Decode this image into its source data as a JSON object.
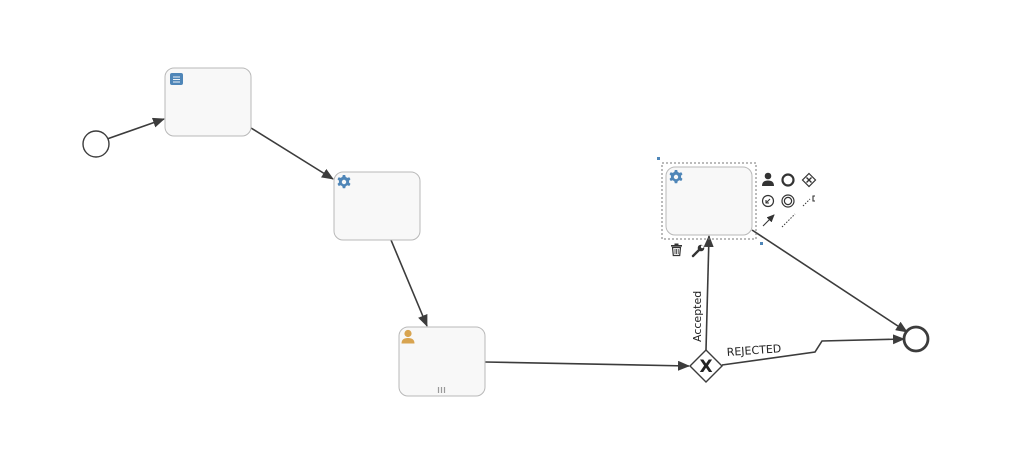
{
  "diagram": {
    "flows": {
      "accepted_label": "Accepted",
      "rejected_label": "REJECTED"
    },
    "gateway": {
      "marker": "X",
      "type": "exclusive-gateway"
    },
    "tasks": [
      {
        "id": "script-task",
        "icon": "script-icon"
      },
      {
        "id": "service-task-1",
        "icon": "gear-icon"
      },
      {
        "id": "user-task",
        "icon": "user-icon",
        "marker": "parallel-multi-instance-marker"
      },
      {
        "id": "service-task-2",
        "icon": "gear-icon",
        "selected": true
      }
    ],
    "colors": {
      "icon_blue": "#4f86b8",
      "user_orange": "#d8a450",
      "stroke": "#3c3c3c",
      "task_fill": "#f8f8f8",
      "task_border": "#b9b9b9"
    }
  },
  "context_pad": {
    "items": [
      "user-task-icon",
      "end-event-icon",
      "gateway-icon",
      "intermediate-event-icon",
      "intermediate-throw-event-icon",
      "annotation-icon",
      "connect-arrow-icon",
      "association-icon",
      "delete-icon",
      "wrench-icon"
    ]
  }
}
